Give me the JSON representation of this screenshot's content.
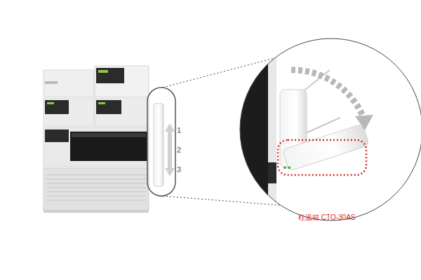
{
  "diagram": {
    "labels": [
      "1",
      "2",
      "3",
      "柱温箱 CTO-30AS"
    ]
  }
}
